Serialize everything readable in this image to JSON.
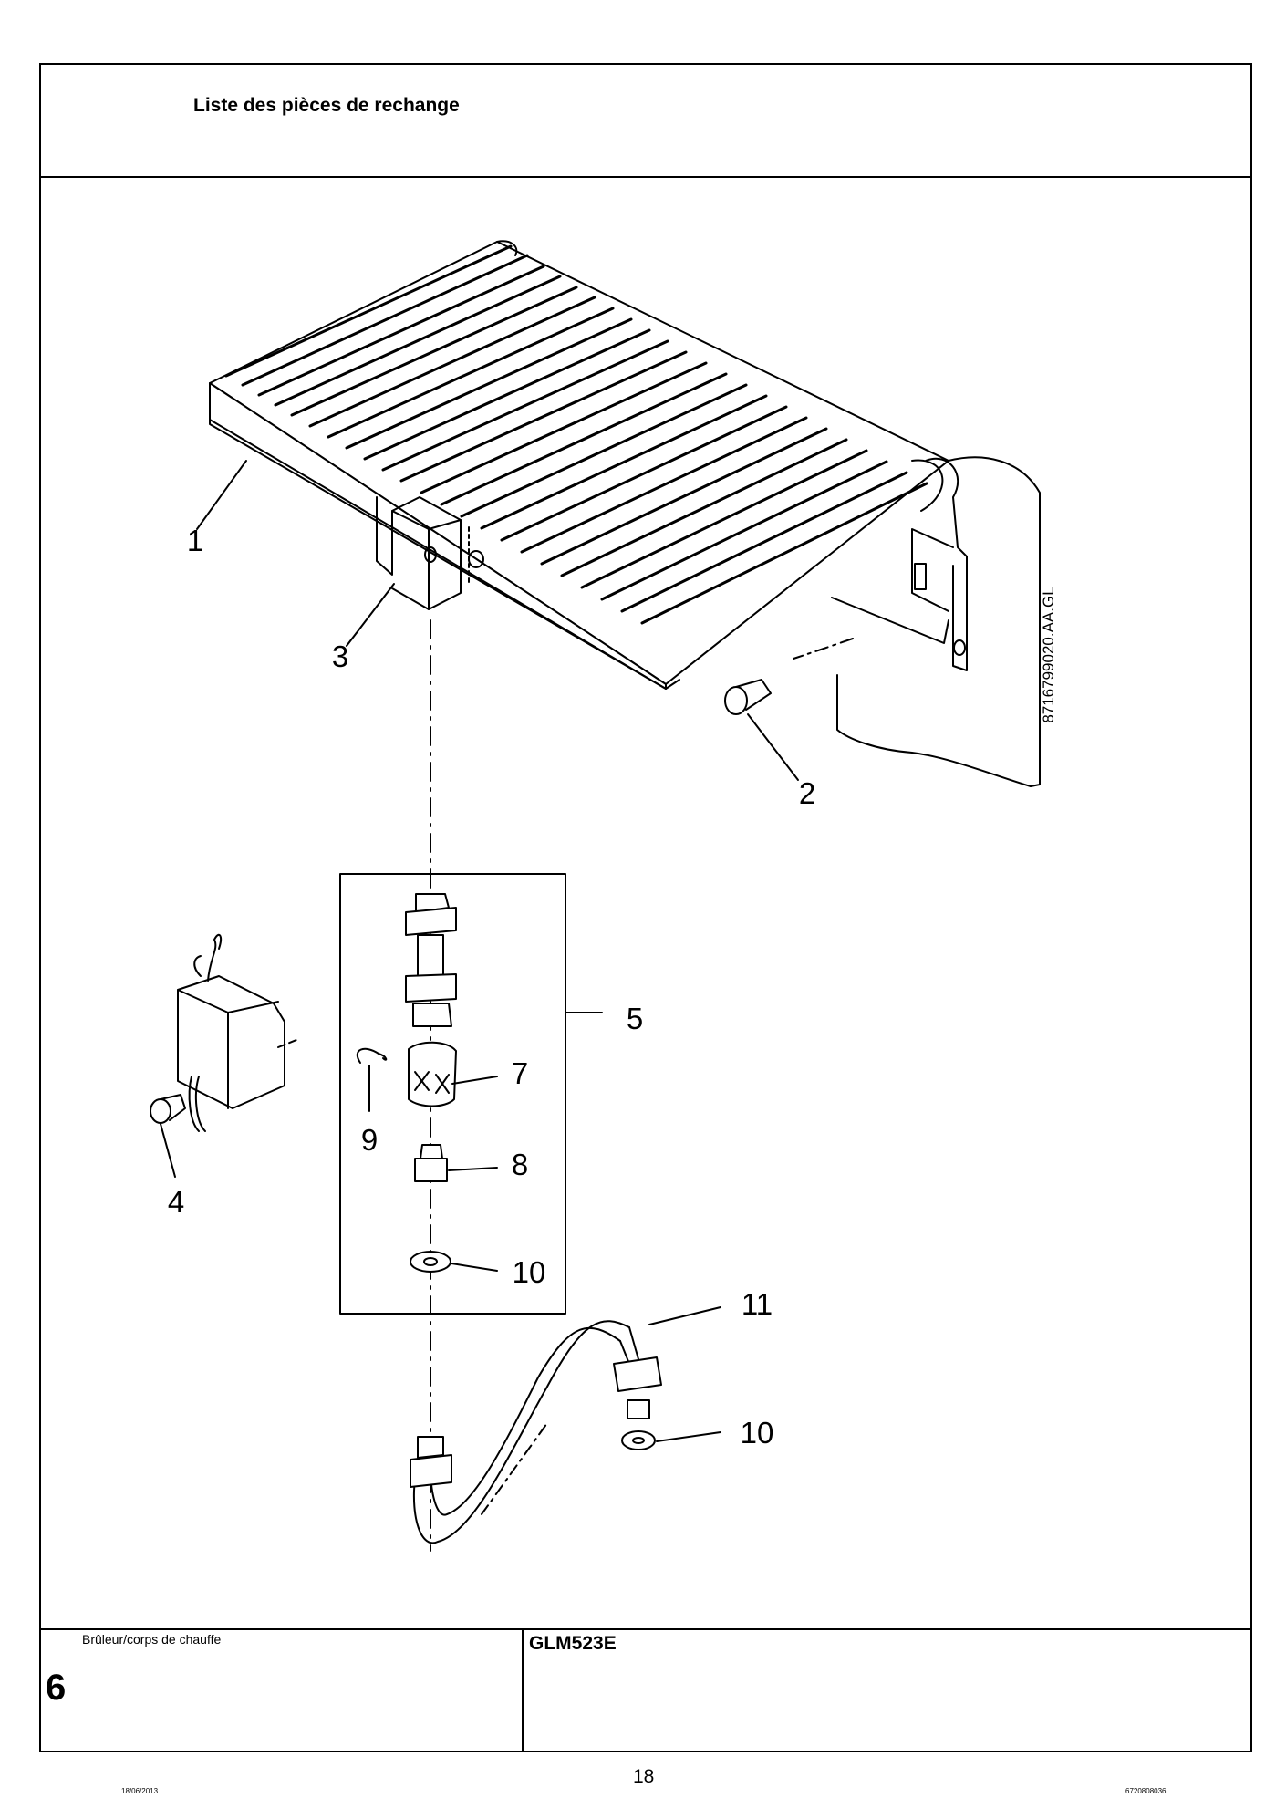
{
  "header": {
    "title": "Liste des pièces de rechange"
  },
  "drawing": {
    "code": "8716799020.AA.GL",
    "callouts": [
      "1",
      "2",
      "3",
      "4",
      "5",
      "7",
      "8",
      "9",
      "10",
      "11",
      "10"
    ]
  },
  "footer": {
    "section_label": "Brûleur/corps de chauffe",
    "section_number": "6",
    "model": "GLM523E",
    "page_number": "18",
    "print_date": "18/06/2013",
    "doc_code": "6720808036"
  }
}
